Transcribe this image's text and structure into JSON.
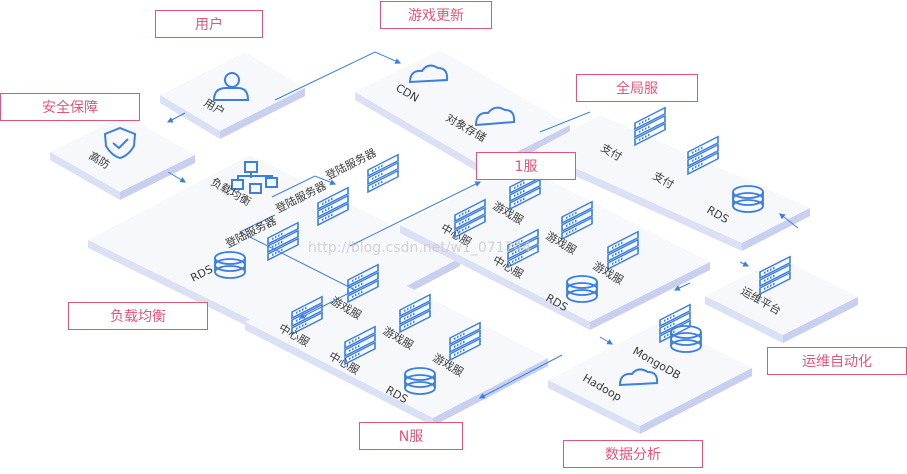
{
  "labels": {
    "users": "用户",
    "game_update": "游戏更新",
    "security": "安全保障",
    "global_server": "全局服",
    "server_1": "1服",
    "load_balance": "负载均衡",
    "ops_automation": "运维自动化",
    "server_n": "N服",
    "data_analysis": "数据分析"
  },
  "nodes": {
    "user": "用户",
    "cdn": "CDN",
    "object_storage": "对象存储",
    "anti_ddos": "高防",
    "load_balancer": "负载均衡",
    "login_server": "登陆服务器",
    "rds": "RDS",
    "game_server": "游戏服",
    "center_server": "中心服",
    "payment": "支付",
    "ops_platform": "运维平台",
    "mongodb": "MongoDB",
    "hadoop": "Hadoop"
  },
  "watermark": "http://blog.csdn.net/w1_071744",
  "colors": {
    "accent": "#e2557b",
    "icon_blue": "#3b7fe0",
    "platform_top": "#f7f8fb",
    "platform_side": "#dbe0f5",
    "text": "#3a3a3a"
  }
}
